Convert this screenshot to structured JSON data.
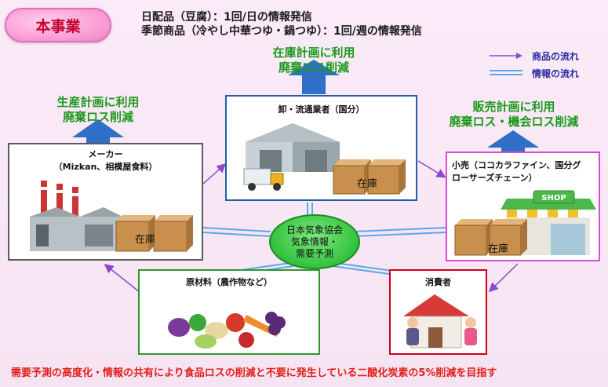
{
  "title": "本事業",
  "header": {
    "line1": "日配品（豆腐）：1回/日の情報発信",
    "line2": "季節商品（冷やし中華つゆ・鍋つゆ）：1回/週の情報発信"
  },
  "legend": {
    "goods_flow": "商品の流れ",
    "info_flow": "情報の流れ"
  },
  "wholesale": {
    "benefit_line1": "在庫計画に利用",
    "benefit_line2": "廃棄ロス削減",
    "label": "卸・流通業者（国分）",
    "stock": "在庫"
  },
  "maker": {
    "benefit_line1": "生産計画に利用",
    "benefit_line2": "廃棄ロス削減",
    "label_line1": "メーカー",
    "label_line2": "（Mizkan、相模屋食料）",
    "stock": "在庫"
  },
  "retail": {
    "benefit_line1": "販売計画に利用",
    "benefit_line2": "廃棄ロス・機会ロス削減",
    "label_line1": "小売（ココカラファイン、国分グ",
    "label_line2": "ローサーズチェーン）",
    "stock": "在庫",
    "shop_sign": "SHOP"
  },
  "center": {
    "line1": "日本気象協会",
    "line2": "気象情報・",
    "line3": "需要予測"
  },
  "materials": {
    "label": "原材料（農作物など）"
  },
  "consumer": {
    "label": "消費者"
  },
  "bottom": "需要予測の高度化・情報の共有により食品ロスの削減と不要に発生している二酸化炭素の5%削減を目指す",
  "colors": {
    "green_box": "#2e9a2e",
    "red_box": "#d0001a",
    "pink_box": "#d84ad8",
    "blue_box": "#1f5fa8",
    "arrow_blue": "#2f6fc8",
    "flow_purple": "#8a4ad0",
    "info_line": "#6ab4e8"
  },
  "icons": [
    "factory-icon",
    "warehouse-icon",
    "truck-icon",
    "shop-icon",
    "vegetables-icon",
    "house-icon",
    "person-icon",
    "box-icon"
  ]
}
